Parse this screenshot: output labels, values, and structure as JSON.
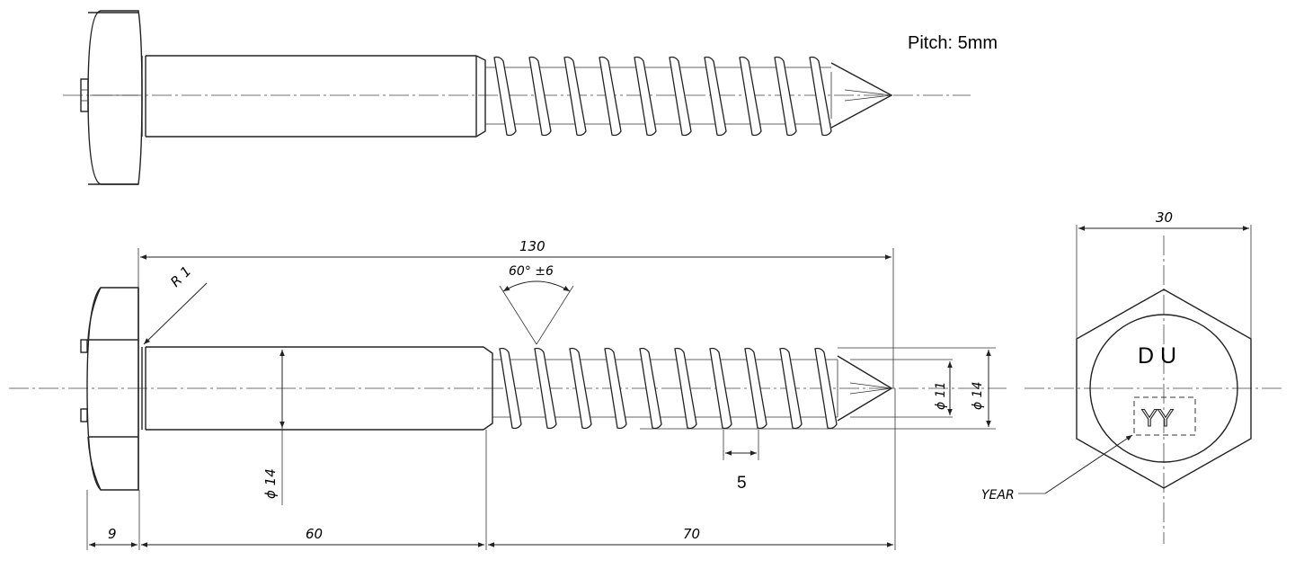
{
  "notes": {
    "pitch": "Pitch: 5mm"
  },
  "markings": {
    "manufacturer": "D U",
    "year_code": "YY",
    "year_label": "YEAR"
  },
  "dimensions": {
    "total_length": "130",
    "head_height": "9",
    "shank_length": "60",
    "thread_length": "70",
    "shank_diameter": "ϕ 14",
    "root_diameter": "ϕ 11",
    "thread_diameter": "ϕ 14",
    "fillet_radius": "R 1",
    "thread_angle": "60° ±6",
    "pitch_value": "5",
    "across_flats": "30"
  },
  "colors": {
    "line": "#222222",
    "background": "#ffffff"
  }
}
